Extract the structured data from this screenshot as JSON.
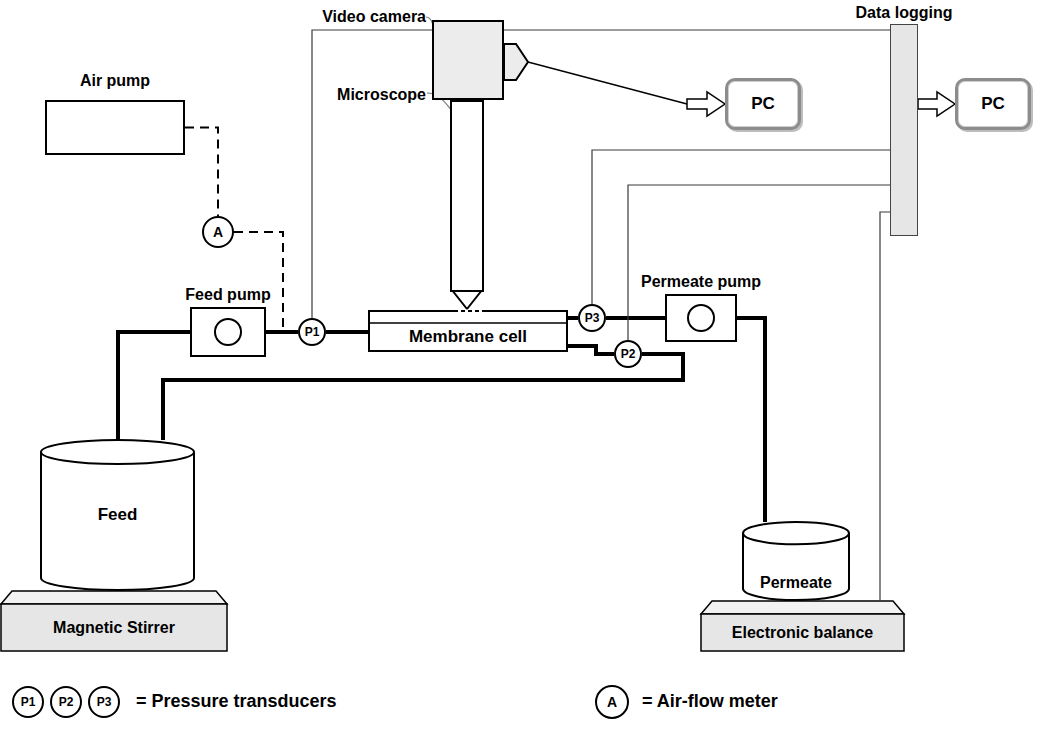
{
  "diagram": {
    "nodes": [
      {
        "text": [
          "Air pump"
        ]
      },
      {
        "text": [
          "A"
        ]
      },
      {
        "text": [
          "Feed pump"
        ]
      },
      {
        "text": [
          "P1"
        ]
      },
      {
        "text": [
          "Membrane cell"
        ]
      },
      {
        "text": [
          "Video camera"
        ]
      },
      {
        "text": [
          "Microscope"
        ]
      },
      {
        "text": [
          "P3"
        ]
      },
      {
        "text": [
          "P2"
        ]
      },
      {
        "text": [
          "Permeate pump"
        ]
      },
      {
        "text": [
          "PC"
        ]
      },
      {
        "text": [
          "Data logging"
        ]
      },
      {
        "text": [
          "PC"
        ]
      },
      {
        "text": [
          "Feed"
        ]
      },
      {
        "text": [
          "Magnetic Stirrer"
        ]
      },
      {
        "text": [
          "Permeate"
        ]
      },
      {
        "text": [
          "Electronic balance"
        ]
      }
    ],
    "edges": [
      {
        "from": 0,
        "to": 1,
        "arrow": "none"
      },
      {
        "from": 1,
        "to": 3,
        "arrow": "none"
      },
      {
        "from": 13,
        "to": 2,
        "arrow": "none"
      },
      {
        "from": 2,
        "to": 3,
        "arrow": "none"
      },
      {
        "from": 3,
        "to": 4,
        "arrow": "none"
      },
      {
        "from": 4,
        "to": 7,
        "arrow": "none"
      },
      {
        "from": 4,
        "to": 8,
        "arrow": "none"
      },
      {
        "from": 8,
        "to": 13,
        "arrow": "none"
      },
      {
        "from": 7,
        "to": 9,
        "arrow": "none"
      },
      {
        "from": 9,
        "to": 15,
        "arrow": "none"
      },
      {
        "from": 5,
        "to": 10,
        "arrow": "to"
      },
      {
        "from": 11,
        "to": 12,
        "arrow": "to"
      },
      {
        "from": 3,
        "to": 11,
        "arrow": "none"
      },
      {
        "from": 7,
        "to": 11,
        "arrow": "none"
      },
      {
        "from": 8,
        "to": 11,
        "arrow": "none"
      },
      {
        "from": 16,
        "to": 11,
        "arrow": "none"
      }
    ],
    "labels": [
      "P1",
      "P2",
      "P3",
      "A"
    ],
    "legend": [
      {
        "text": "= Pressure transducers"
      },
      {
        "text": "= Air-flow meter"
      }
    ]
  }
}
